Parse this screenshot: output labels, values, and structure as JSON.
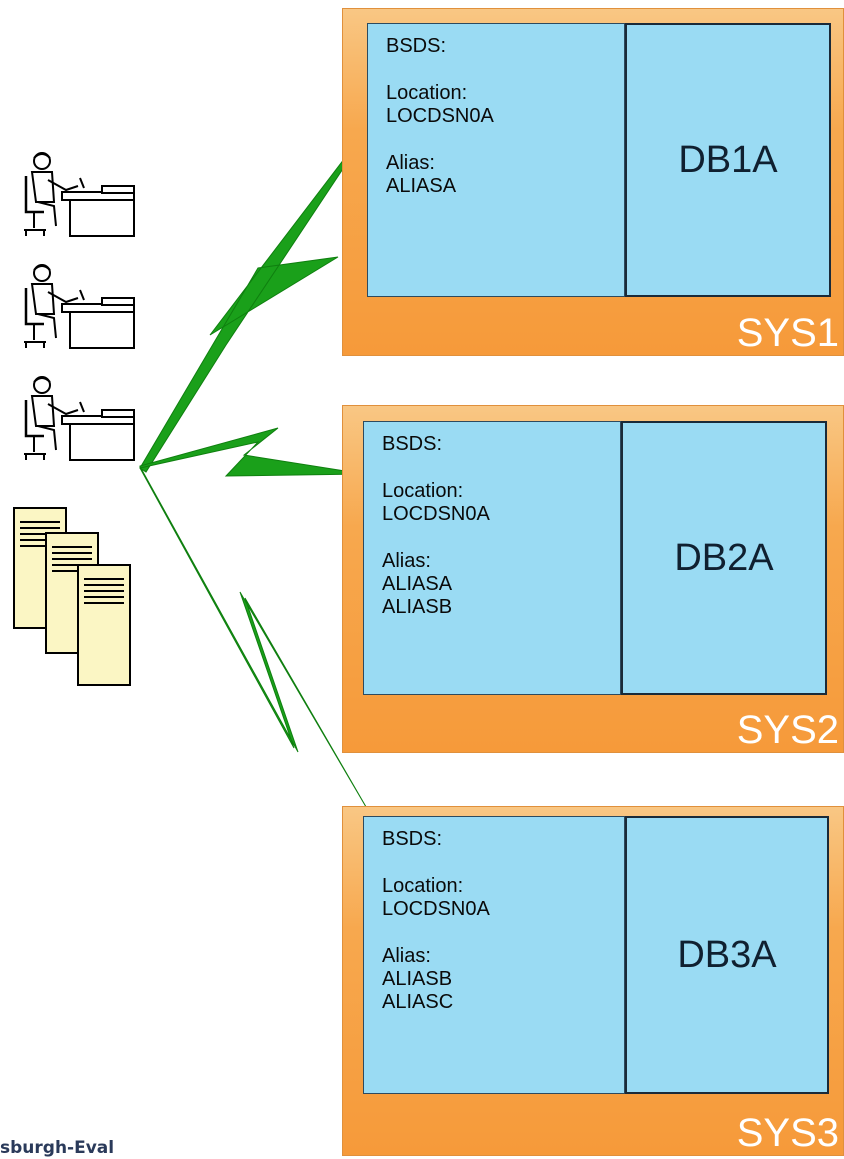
{
  "systems": [
    {
      "name": "SYS1",
      "db": "DB1A",
      "bsds_title": "BSDS:",
      "location_label": "Location:",
      "location": "LOCDSN0A",
      "alias_label": "Alias:",
      "aliases": [
        "ALIASA"
      ]
    },
    {
      "name": "SYS2",
      "db": "DB2A",
      "bsds_title": "BSDS:",
      "location_label": "Location:",
      "location": "LOCDSN0A",
      "alias_label": "Alias:",
      "aliases": [
        "ALIASA",
        "ALIASB"
      ]
    },
    {
      "name": "SYS3",
      "db": "DB3A",
      "bsds_title": "BSDS:",
      "location_label": "Location:",
      "location": "LOCDSN0A",
      "alias_label": "Alias:",
      "aliases": [
        "ALIASB",
        "ALIASC"
      ]
    }
  ],
  "footer_text": "sburgh-Eval",
  "colors": {
    "system_box": "#f7a84e",
    "bsds_panel": "#9adbf3",
    "link_lightning": "#1aa01a",
    "server": "#fbf6c4"
  },
  "icons": [
    "user-at-desk-icon",
    "user-at-desk-icon",
    "user-at-desk-icon",
    "server-tower-icon",
    "server-tower-icon",
    "server-tower-icon"
  ]
}
